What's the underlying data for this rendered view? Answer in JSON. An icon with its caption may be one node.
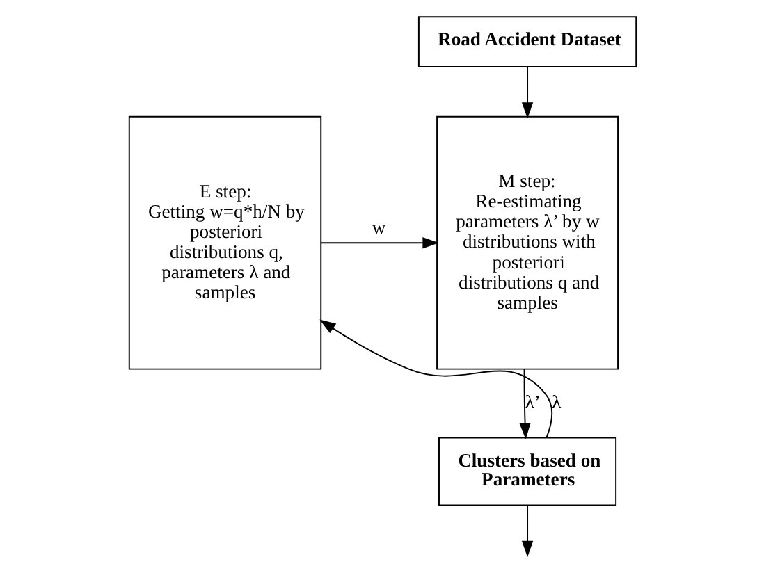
{
  "diagram": {
    "nodes": [
      {
        "text": [
          "Road Accident Dataset"
        ]
      },
      {
        "text": [
          "E step:",
          "Getting w=q*h/N by posteriori distributions q, parameters λ and samples"
        ]
      },
      {
        "text": [
          "M step:",
          "Re-estimating parameters λ’ by w distributions with posteriori distributions q and samples"
        ]
      },
      {
        "text": [
          "Clusters based on Parameters"
        ]
      }
    ],
    "edges": [
      {
        "from": 0,
        "to": 2,
        "arrow": "to"
      },
      {
        "from": 1,
        "to": 2,
        "arrow": "to",
        "label": "w"
      },
      {
        "from": 2,
        "to": 3,
        "arrow": "to",
        "label": "λ’"
      },
      {
        "from": 3,
        "to": 1,
        "arrow": "to",
        "label": "λ"
      },
      {
        "from": 3,
        "to": null,
        "arrow": "to"
      }
    ]
  }
}
